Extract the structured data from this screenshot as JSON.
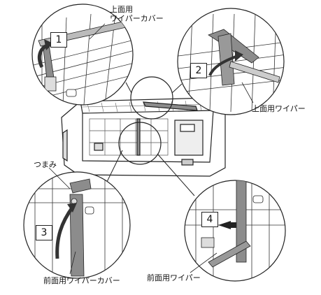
{
  "labels": {
    "upper_wiper_cover": [
      "上面用",
      "ワイパーカバー"
    ],
    "upper_wiper": "上面用ワイパー",
    "knob": "つまみ",
    "front_wiper_cover": "前面用ワイパーカバー",
    "front_wiper": "前面用ワイパー"
  },
  "steps": [
    "1",
    "2",
    "3",
    "4"
  ],
  "colors": {
    "line": "#222222",
    "part_fill": "#8c8c8c",
    "arrow": "#444444",
    "background": "#ffffff"
  }
}
